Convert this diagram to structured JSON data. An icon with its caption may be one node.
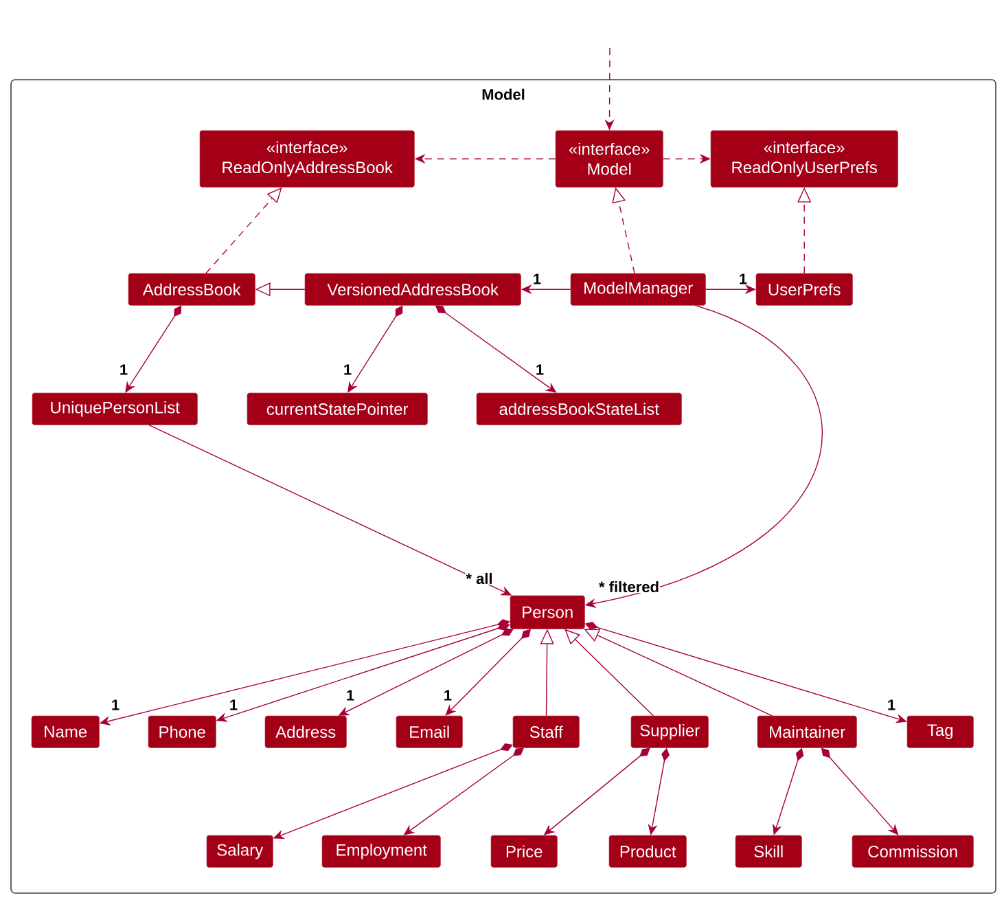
{
  "diagram": {
    "nodes": [
      {
        "text": [
          "Model"
        ]
      },
      {
        "text": [
          "«interface»",
          "ReadOnlyAddressBook"
        ],
        "in": 0
      },
      {
        "text": [
          "«interface»",
          "Model"
        ],
        "in": 0
      },
      {
        "text": [
          "«interface»",
          "ReadOnlyUserPrefs"
        ],
        "in": 0
      },
      {
        "text": [
          "AddressBook"
        ],
        "in": 0
      },
      {
        "text": [
          "VersionedAddressBook"
        ],
        "in": 0
      },
      {
        "text": [
          "ModelManager"
        ],
        "in": 0
      },
      {
        "text": [
          "UserPrefs"
        ],
        "in": 0
      },
      {
        "text": [
          "UniquePersonList"
        ],
        "in": 0
      },
      {
        "text": [
          "currentStatePointer"
        ],
        "in": 0
      },
      {
        "text": [
          "addressBookStateList"
        ],
        "in": 0
      },
      {
        "text": [
          "Person"
        ],
        "in": 0
      },
      {
        "text": [
          "Name"
        ],
        "in": 0
      },
      {
        "text": [
          "Phone"
        ],
        "in": 0
      },
      {
        "text": [
          "Address"
        ],
        "in": 0
      },
      {
        "text": [
          "Email"
        ],
        "in": 0
      },
      {
        "text": [
          "Staff"
        ],
        "in": 0
      },
      {
        "text": [
          "Supplier"
        ],
        "in": 0
      },
      {
        "text": [
          "Maintainer"
        ],
        "in": 0
      },
      {
        "text": [
          "Tag"
        ],
        "in": 0
      },
      {
        "text": [
          "Salary"
        ],
        "in": 0
      },
      {
        "text": [
          "Employment"
        ],
        "in": 0
      },
      {
        "text": [
          "Price"
        ],
        "in": 0
      },
      {
        "text": [
          "Product"
        ],
        "in": 0
      },
      {
        "text": [
          "Skill"
        ],
        "in": 0
      },
      {
        "text": [
          "Commission"
        ],
        "in": 0
      }
    ],
    "edges": [
      {
        "from": null,
        "to": 2,
        "arrow": "to",
        "style": "dashed"
      },
      {
        "from": 2,
        "to": 1,
        "arrow": "to",
        "style": "dashed"
      },
      {
        "from": 2,
        "to": 3,
        "arrow": "to",
        "style": "dashed"
      },
      {
        "from": 4,
        "to": 1,
        "arrow": "to",
        "style": "dashed"
      },
      {
        "from": 6,
        "to": 2,
        "arrow": "to",
        "style": "dashed"
      },
      {
        "from": 7,
        "to": 3,
        "arrow": "to",
        "style": "dashed"
      },
      {
        "from": 5,
        "to": 4,
        "arrow": "to"
      },
      {
        "from": 6,
        "to": 5,
        "arrow": "to",
        "label": "1"
      },
      {
        "from": 6,
        "to": 7,
        "arrow": "to",
        "label": "1"
      },
      {
        "from": 4,
        "to": 8,
        "arrow": "to",
        "label": "1"
      },
      {
        "from": 5,
        "to": 9,
        "arrow": "to",
        "label": "1"
      },
      {
        "from": 5,
        "to": 10,
        "arrow": "to",
        "label": "1"
      },
      {
        "from": 8,
        "to": 11,
        "arrow": "to",
        "label": "* all"
      },
      {
        "from": 6,
        "to": 11,
        "arrow": "to",
        "label": "* filtered"
      },
      {
        "from": 11,
        "to": 12,
        "arrow": "to",
        "label": "1"
      },
      {
        "from": 11,
        "to": 13,
        "arrow": "to",
        "label": "1"
      },
      {
        "from": 11,
        "to": 14,
        "arrow": "to",
        "label": "1"
      },
      {
        "from": 11,
        "to": 15,
        "arrow": "to",
        "label": "1"
      },
      {
        "from": 16,
        "to": 11,
        "arrow": "to"
      },
      {
        "from": 17,
        "to": 11,
        "arrow": "to"
      },
      {
        "from": 18,
        "to": 11,
        "arrow": "to"
      },
      {
        "from": 11,
        "to": 19,
        "arrow": "to",
        "label": "1"
      },
      {
        "from": 16,
        "to": 20,
        "arrow": "to"
      },
      {
        "from": 16,
        "to": 21,
        "arrow": "to"
      },
      {
        "from": 17,
        "to": 22,
        "arrow": "to"
      },
      {
        "from": 17,
        "to": 23,
        "arrow": "to"
      },
      {
        "from": 18,
        "to": 24,
        "arrow": "to"
      },
      {
        "from": 18,
        "to": 25,
        "arrow": "to"
      }
    ]
  }
}
